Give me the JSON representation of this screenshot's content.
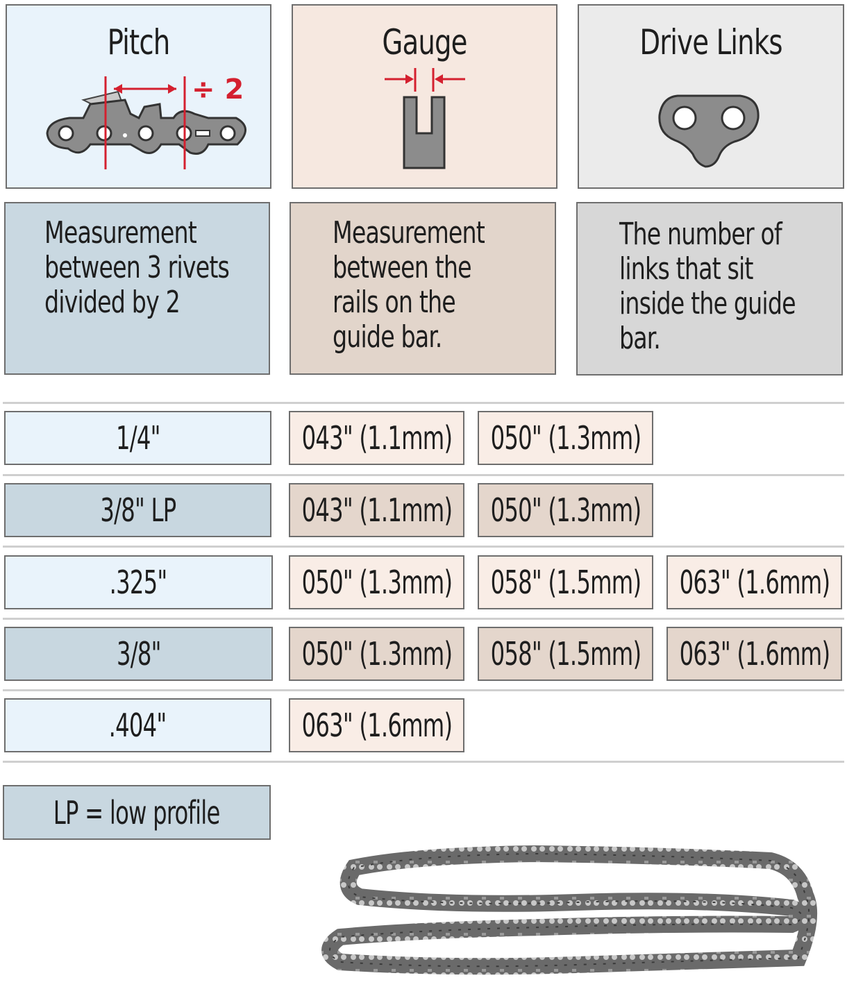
{
  "cards": {
    "pitch": {
      "title": "Pitch",
      "divide_label": "÷ 2",
      "description": "Measurement\nbetween 3 rivets\ndivided by 2"
    },
    "gauge": {
      "title": "Gauge",
      "description": "Measurement\nbetween the\nrails on the\nguide bar."
    },
    "drive_links": {
      "title": "Drive Links",
      "description": "The number of\nlinks that sit\ninside the guide\nbar."
    }
  },
  "rows": [
    {
      "pitch": "1/4\"",
      "gauges": [
        "043\" (1.1mm)",
        "050\" (1.3mm)"
      ]
    },
    {
      "pitch": "3/8\" LP",
      "gauges": [
        "043\" (1.1mm)",
        "050\" (1.3mm)"
      ]
    },
    {
      "pitch": ".325\"",
      "gauges": [
        "050\" (1.3mm)",
        "058\" (1.5mm)",
        "063\" (1.6mm)"
      ]
    },
    {
      "pitch": "3/8\"",
      "gauges": [
        "050\" (1.3mm)",
        "058\" (1.5mm)",
        "063\" (1.6mm)"
      ]
    },
    {
      "pitch": ".404\"",
      "gauges": [
        "063\" (1.6mm)"
      ]
    }
  ],
  "legend": "LP = low profile",
  "colors": {
    "accent_red": "#d4202f",
    "pitch_bg": "#e9f3fb",
    "gauge_bg": "#f6e8e0",
    "links_bg": "#ebebeb",
    "metal": "#8c8c8c"
  },
  "icons": [
    "pitch-chain-diagram-icon",
    "gauge-slot-icon",
    "drive-link-icon",
    "saw-chain-image"
  ]
}
